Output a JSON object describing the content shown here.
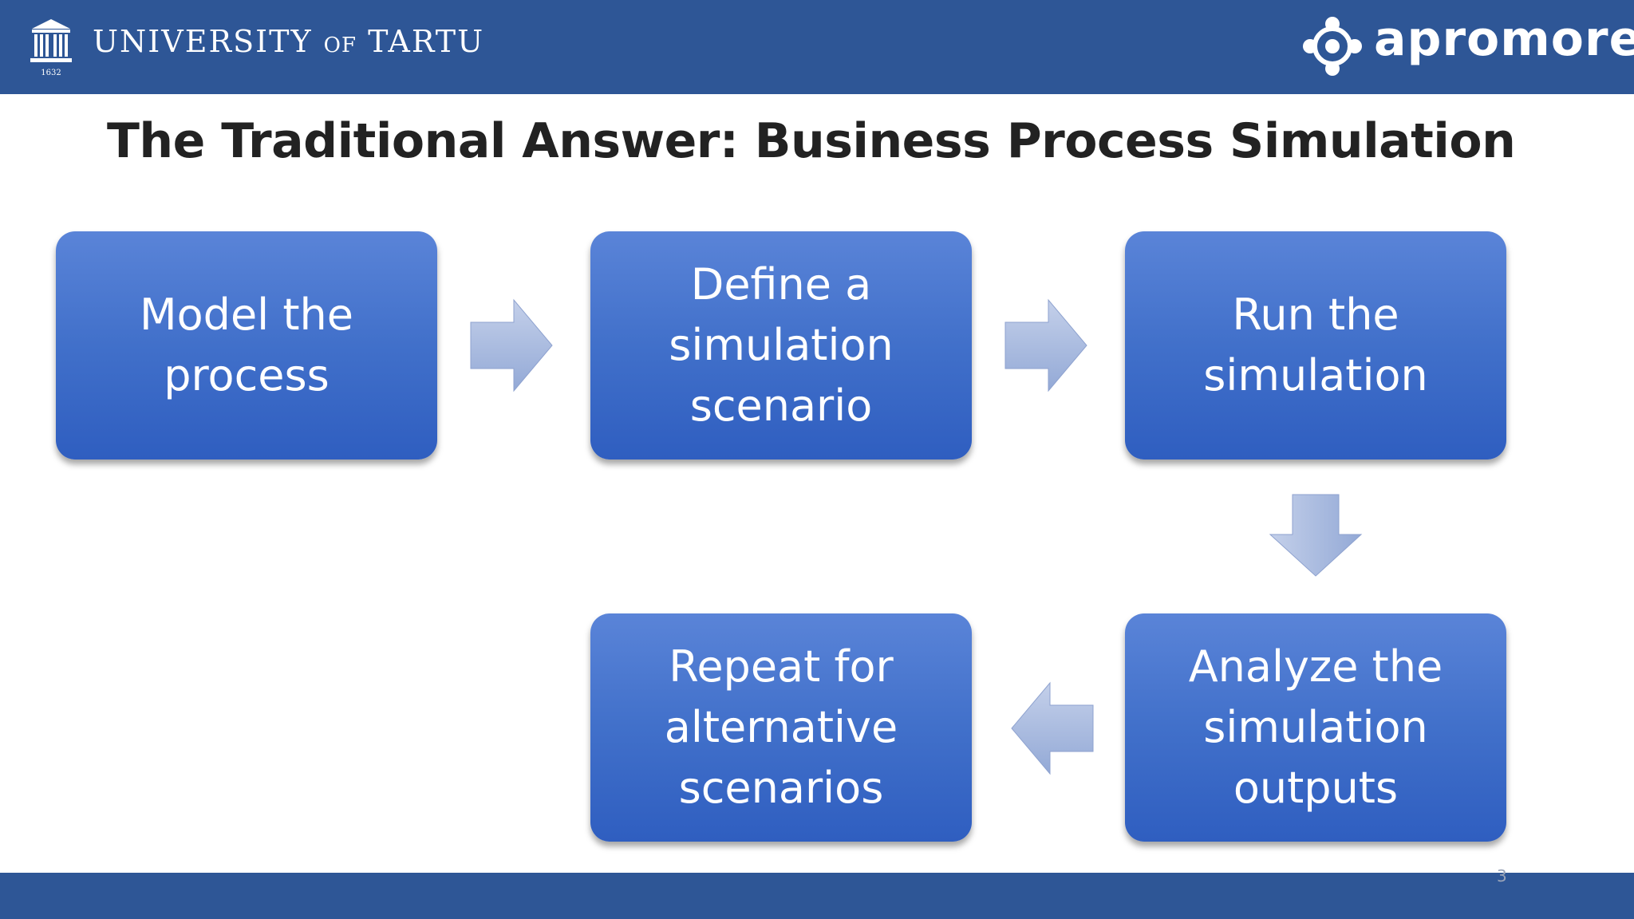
{
  "header": {
    "university": {
      "name_prefix": "UNIVERSITY",
      "name_of": "OF",
      "name_suffix": "TARTU",
      "logo_icon": "university-building-icon",
      "founding_year": "1632"
    },
    "partner": {
      "name": "apromore",
      "logo_icon": "apromore-network-icon"
    }
  },
  "title": "The Traditional Answer: Business Process Simulation",
  "flow": {
    "steps": [
      {
        "lines": [
          "Model the",
          "process"
        ]
      },
      {
        "lines": [
          "Define a",
          "simulation",
          "scenario"
        ]
      },
      {
        "lines": [
          "Run the",
          "simulation"
        ]
      },
      {
        "lines": [
          "Analyze the",
          "simulation",
          "outputs"
        ]
      },
      {
        "lines": [
          "Repeat for",
          "alternative",
          "scenarios"
        ]
      }
    ],
    "arrows": [
      "arrow-right-icon",
      "arrow-right-icon",
      "arrow-down-icon",
      "arrow-left-icon"
    ]
  },
  "page_number": "3",
  "colors": {
    "header_bar": "#2e5696",
    "step_fill": "#4170ca",
    "arrow_fill": "#a9bbdf",
    "title_text": "#222222"
  }
}
